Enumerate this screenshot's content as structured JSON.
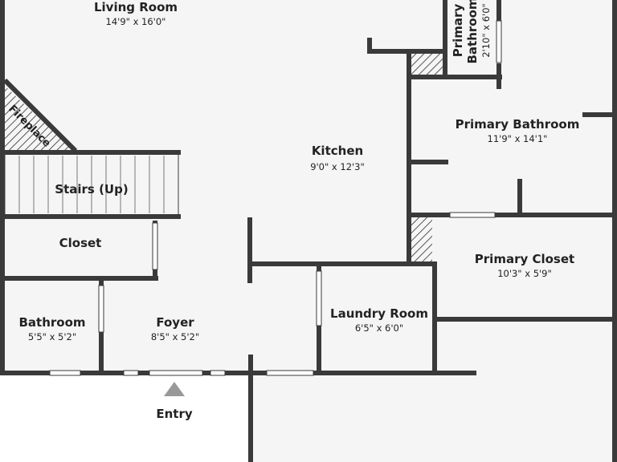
{
  "colors": {
    "floor": "#f5f5f5",
    "wall": "#3a3a3a",
    "hatch": "#555555",
    "window": "#ffffff",
    "entry_arrow": "#999999"
  },
  "rooms": {
    "living_room": {
      "name": "Living Room",
      "dims": "14'9\" x 16'0\""
    },
    "primary_bathroom_small": {
      "name_line1": "Primary",
      "name_line2": "Bathroom",
      "dims": "2'10\" x 6'0\""
    },
    "primary_bathroom": {
      "name": "Primary Bathroom",
      "dims": "11'9\" x 14'1\""
    },
    "kitchen": {
      "name": "Kitchen",
      "dims": "9'0\" x 12'3\""
    },
    "stairs": {
      "name": "Stairs (Up)"
    },
    "closet": {
      "name": "Closet"
    },
    "primary_closet": {
      "name": "Primary Closet",
      "dims": "10'3\" x 5'9\""
    },
    "bathroom": {
      "name": "Bathroom",
      "dims": "5'5\" x 5'2\""
    },
    "foyer": {
      "name": "Foyer",
      "dims": "8'5\" x 5'2\""
    },
    "laundry_room": {
      "name": "Laundry Room",
      "dims": "6'5\" x 6'0\""
    }
  },
  "fireplace": {
    "label": "Fireplace"
  },
  "entry": {
    "label": "Entry",
    "icon": "triangle-up-icon"
  }
}
